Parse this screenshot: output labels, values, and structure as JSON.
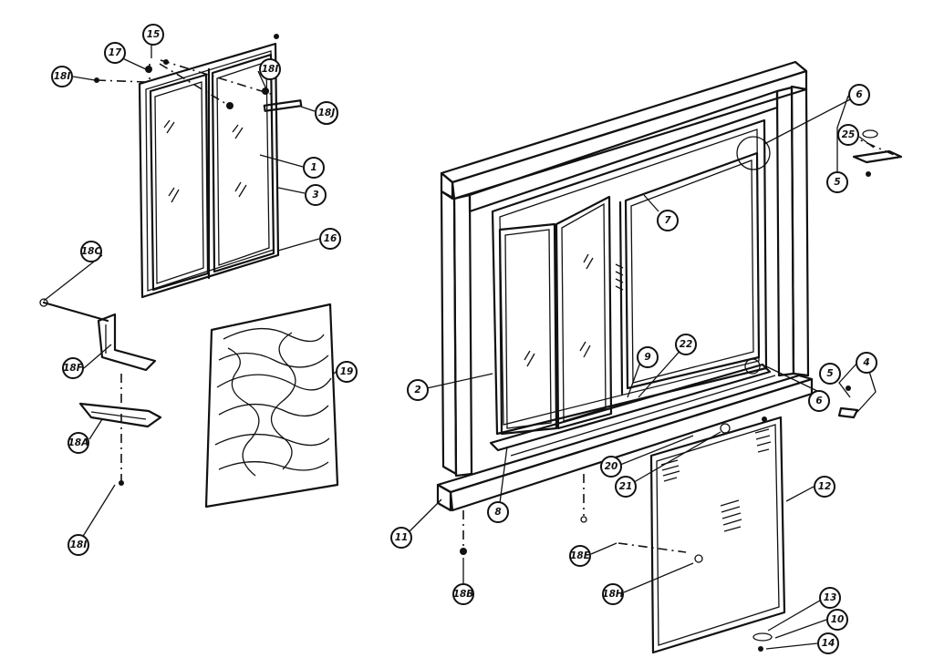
{
  "callouts": [
    {
      "id": "c-15a",
      "label": "15"
    },
    {
      "id": "c-17",
      "label": "17"
    },
    {
      "id": "c-18-top",
      "label": "18I"
    },
    {
      "id": "c-18b-top",
      "label": "18I"
    },
    {
      "id": "c-18g",
      "label": "18J"
    },
    {
      "id": "c-1",
      "label": "1"
    },
    {
      "id": "c-3",
      "label": "3"
    },
    {
      "id": "c-16",
      "label": "16"
    },
    {
      "id": "c-18c",
      "label": "18C"
    },
    {
      "id": "c-18f",
      "label": "18F"
    },
    {
      "id": "c-18a",
      "label": "18A"
    },
    {
      "id": "c-18d",
      "label": "18I"
    },
    {
      "id": "c-19",
      "label": "19"
    },
    {
      "id": "c-6a",
      "label": "6"
    },
    {
      "id": "c-25",
      "label": "25"
    },
    {
      "id": "c-5a",
      "label": "5"
    },
    {
      "id": "c-7",
      "label": "7"
    },
    {
      "id": "c-2",
      "label": "2"
    },
    {
      "id": "c-9",
      "label": "9"
    },
    {
      "id": "c-22",
      "label": "22"
    },
    {
      "id": "c-4",
      "label": "4"
    },
    {
      "id": "c-5b",
      "label": "5"
    },
    {
      "id": "c-6b",
      "label": "6"
    },
    {
      "id": "c-20",
      "label": "20"
    },
    {
      "id": "c-21",
      "label": "21"
    },
    {
      "id": "c-8",
      "label": "8"
    },
    {
      "id": "c-11",
      "label": "11"
    },
    {
      "id": "c-12",
      "label": "12"
    },
    {
      "id": "c-18e",
      "label": "18E"
    },
    {
      "id": "c-18h",
      "label": "18H"
    },
    {
      "id": "c-18b",
      "label": "18B"
    },
    {
      "id": "c-13",
      "label": "13"
    },
    {
      "id": "c-10",
      "label": "10"
    },
    {
      "id": "c-14",
      "label": "14"
    }
  ]
}
